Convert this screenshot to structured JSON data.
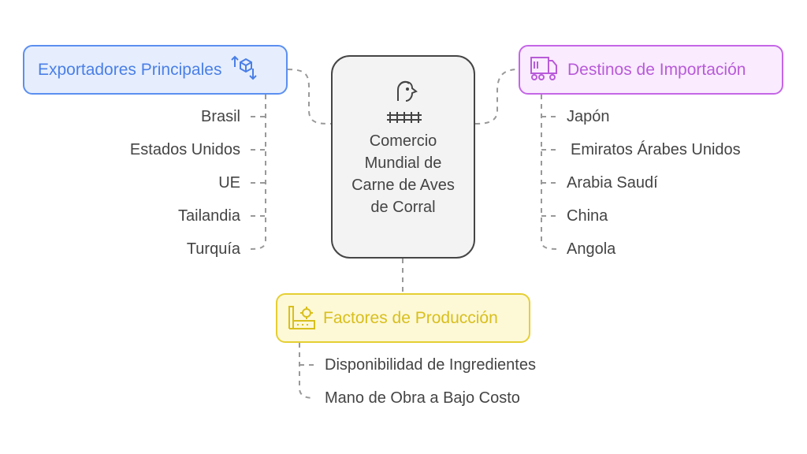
{
  "center": {
    "title": "Comercio Mundial de Carne de Aves de Corral",
    "icon": "chicken-fence-icon"
  },
  "exporters": {
    "label": "Exportadores Principales",
    "icon": "import-export-box-icon",
    "color": "#4a7fe6",
    "items": [
      "Brasil",
      "Estados Unidos",
      "UE",
      "Tailandia",
      "Turquía"
    ]
  },
  "destinations": {
    "label": "Destinos de Importación",
    "icon": "truck-icon",
    "color": "#b85ad9",
    "items": [
      "Japón",
      "Emiratos Árabes Unidos",
      "Arabia Saudí",
      "China",
      "Angola"
    ]
  },
  "production": {
    "label": "Factores de Producción",
    "icon": "factory-gear-icon",
    "color": "#d8bf1d",
    "items": [
      "Disponibilidad de Ingredientes",
      "Mano de Obra a Bajo Costo"
    ]
  }
}
